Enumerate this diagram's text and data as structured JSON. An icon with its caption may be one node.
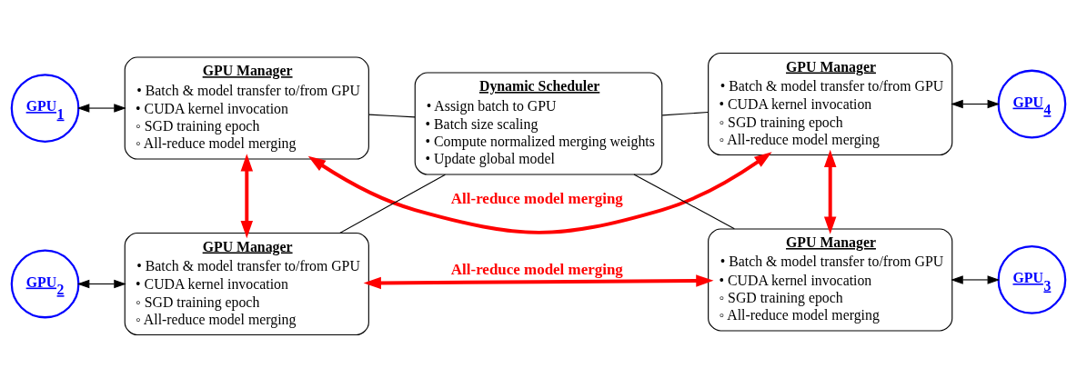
{
  "diagram": {
    "nodes": [
      {
        "text": [
          "GPU$_{1}$"
        ]
      },
      {
        "text": [
          "GPU Manager",
          "• Batch & model transfer to/from GPU",
          "• CUDA kernel invocation",
          "◦ SGD training epoch",
          "◦ All-reduce model merging"
        ]
      },
      {
        "text": [
          "GPU$_{2}$"
        ]
      },
      {
        "text": [
          "GPU Manager",
          "• Batch & model transfer to/from GPU",
          "• CUDA kernel invocation",
          "◦ SGD training epoch",
          "◦ All-reduce model merging"
        ]
      },
      {
        "text": [
          "Dynamic Scheduler",
          "• Assign batch to GPU",
          "• Batch size scaling",
          "• Compute normalized merging weights",
          "• Update global model"
        ]
      },
      {
        "text": [
          "GPU Manager",
          "• Batch & model transfer to/from GPU",
          "• CUDA kernel invocation",
          "◦ SGD training epoch",
          "◦ All-reduce model merging"
        ]
      },
      {
        "text": [
          "GPU$_{4}$"
        ]
      },
      {
        "text": [
          "GPU Manager",
          "• Batch & model transfer to/from GPU",
          "• CUDA kernel invocation",
          "◦ SGD training epoch",
          "◦ All-reduce model merging"
        ]
      },
      {
        "text": [
          "GPU$_{3}$"
        ]
      }
    ],
    "edges": [
      {
        "from": 0,
        "to": 1,
        "arrow": "both"
      },
      {
        "from": 2,
        "to": 3,
        "arrow": "both"
      },
      {
        "from": 5,
        "to": 6,
        "arrow": "both"
      },
      {
        "from": 7,
        "to": 8,
        "arrow": "both"
      },
      {
        "from": 1,
        "to": 3,
        "arrow": "both",
        "style": "thick",
        "color": "#ff0000"
      },
      {
        "from": 5,
        "to": 7,
        "arrow": "both",
        "style": "thick",
        "color": "#ff0000"
      },
      {
        "from": 1,
        "to": 5,
        "arrow": "both",
        "label": "All-reduce model merging",
        "style": "thick",
        "color": "#ff0000"
      },
      {
        "from": 3,
        "to": 7,
        "arrow": "both",
        "label": "All-reduce model merging",
        "style": "thick",
        "color": "#ff0000"
      },
      {
        "from": 1,
        "to": 4,
        "arrow": "none"
      },
      {
        "from": 3,
        "to": 4,
        "arrow": "none"
      },
      {
        "from": 4,
        "to": 5,
        "arrow": "none"
      },
      {
        "from": 4,
        "to": 7,
        "arrow": "none"
      }
    ]
  }
}
